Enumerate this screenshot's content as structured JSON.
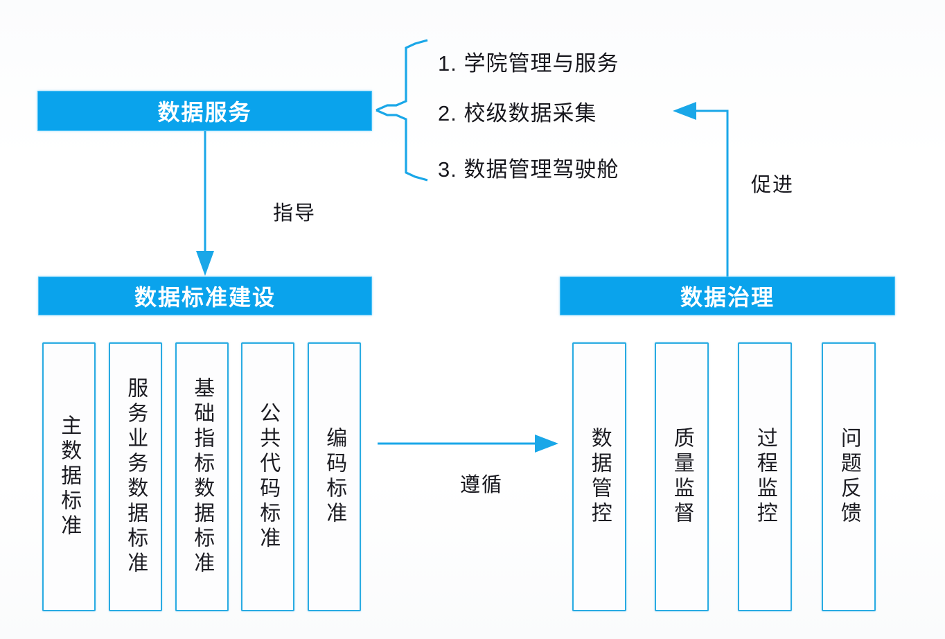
{
  "diagram": {
    "title_boxes": {
      "data_service": "数据服务",
      "data_standard_construction": "数据标准建设",
      "data_governance": "数据治理"
    },
    "service_list": [
      "1. 学院管理与服务",
      "2. 校级数据采集",
      "3. 数据管理驾驶舱"
    ],
    "edge_labels": {
      "guide": "指导",
      "promote": "促进",
      "comply": "遵循"
    },
    "standard_items": [
      "主数据标准",
      "服务业务数据标准",
      "基础指标数据标准",
      "公共代码标准",
      "编码标准"
    ],
    "governance_items": [
      "数据管控",
      "质量监督",
      "过程监控",
      "问题反馈"
    ],
    "colors": {
      "header_fill": "#0AA3EC",
      "header_border": "#4FC3F7",
      "box_border": "#29ABE2",
      "connector": "#1AA7E8",
      "text": "#17171D",
      "header_text": "#FFFFFF",
      "background": "#FDFDFE"
    }
  }
}
